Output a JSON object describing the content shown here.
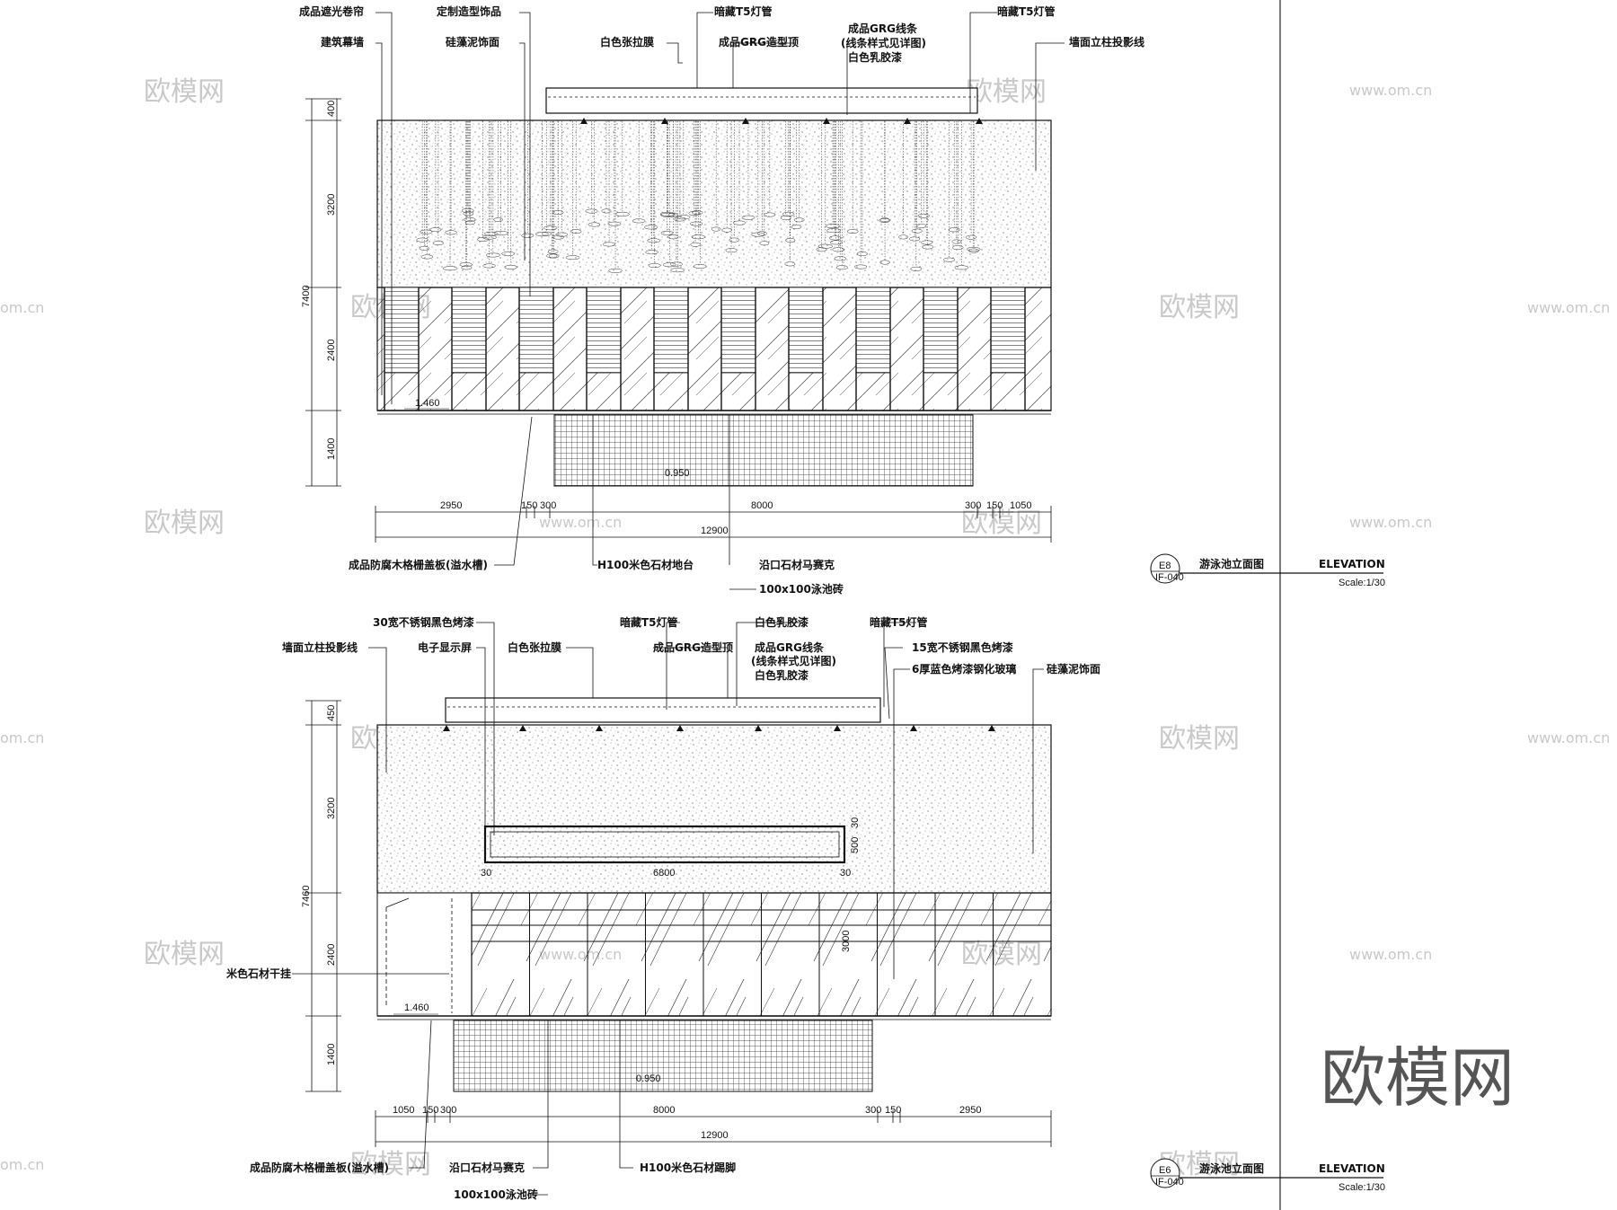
{
  "watermarks": {
    "brand": "欧模网",
    "url": "www.om.cn",
    "url_partial": "om.cn"
  },
  "e8": {
    "title_cn": "游泳池立面图",
    "title_en": "ELEVATION",
    "scale": "Scale:1/30",
    "tag": "E8",
    "tag_sub": "IF-040",
    "top_labels": [
      "成品遮光卷帘",
      "建筑幕墙",
      "定制造型饰品",
      "硅藻泥饰面",
      "白色张拉膜",
      "暗藏T5灯管",
      "成品GRG造型顶",
      "成品GRG线条",
      "(线条样式见详图)",
      "白色乳胶漆",
      "暗藏T5灯管",
      "墙面立柱投影线"
    ],
    "bottom_labels": [
      "成品防腐木格栅盖板(溢水槽)",
      "H100米色石材地台",
      "沿口石材马赛克",
      "100x100泳池砖"
    ],
    "vertical_dims": [
      "400",
      "3200",
      "2400",
      "1400",
      "7400"
    ],
    "horizontal_dims": [
      "2950",
      "150",
      "300",
      "8000",
      "300",
      "150",
      "1050"
    ],
    "total_width": "12900",
    "level_top": "1.460",
    "level_pool": "0.950"
  },
  "e6": {
    "title_cn": "游泳池立面图",
    "title_en": "ELEVATION",
    "scale": "Scale:1/30",
    "tag": "E6",
    "tag_sub": "IF-040",
    "top_labels": [
      "30宽不锈钢黑色烤漆",
      "暗藏T5灯管",
      "白色乳胶漆",
      "暗藏T5灯管",
      "墙面立柱投影线",
      "电子显示屏",
      "白色张拉膜",
      "成品GRG造型顶",
      "成品GRG线条",
      "(线条样式见详图)",
      "白色乳胶漆",
      "15宽不锈钢黑色烤漆",
      "6厚蓝色烤漆钢化玻璃",
      "硅藻泥饰面"
    ],
    "side_labels": [
      "米色石材干挂"
    ],
    "bottom_labels": [
      "成品防腐木格栅盖板(溢水槽)",
      "沿口石材马赛克",
      "100x100泳池砖",
      "H100米色石材踢脚"
    ],
    "vertical_dims": [
      "450",
      "3200",
      "2400",
      "1400",
      "7460"
    ],
    "horizontal_dims": [
      "1050",
      "150",
      "300",
      "8000",
      "300",
      "150",
      "2950"
    ],
    "total_width": "12900",
    "screen_width": "6800",
    "screen_dims": [
      "30",
      "30",
      "500",
      "30",
      "3000"
    ],
    "level_top": "1.460",
    "level_pool": "0.950"
  }
}
